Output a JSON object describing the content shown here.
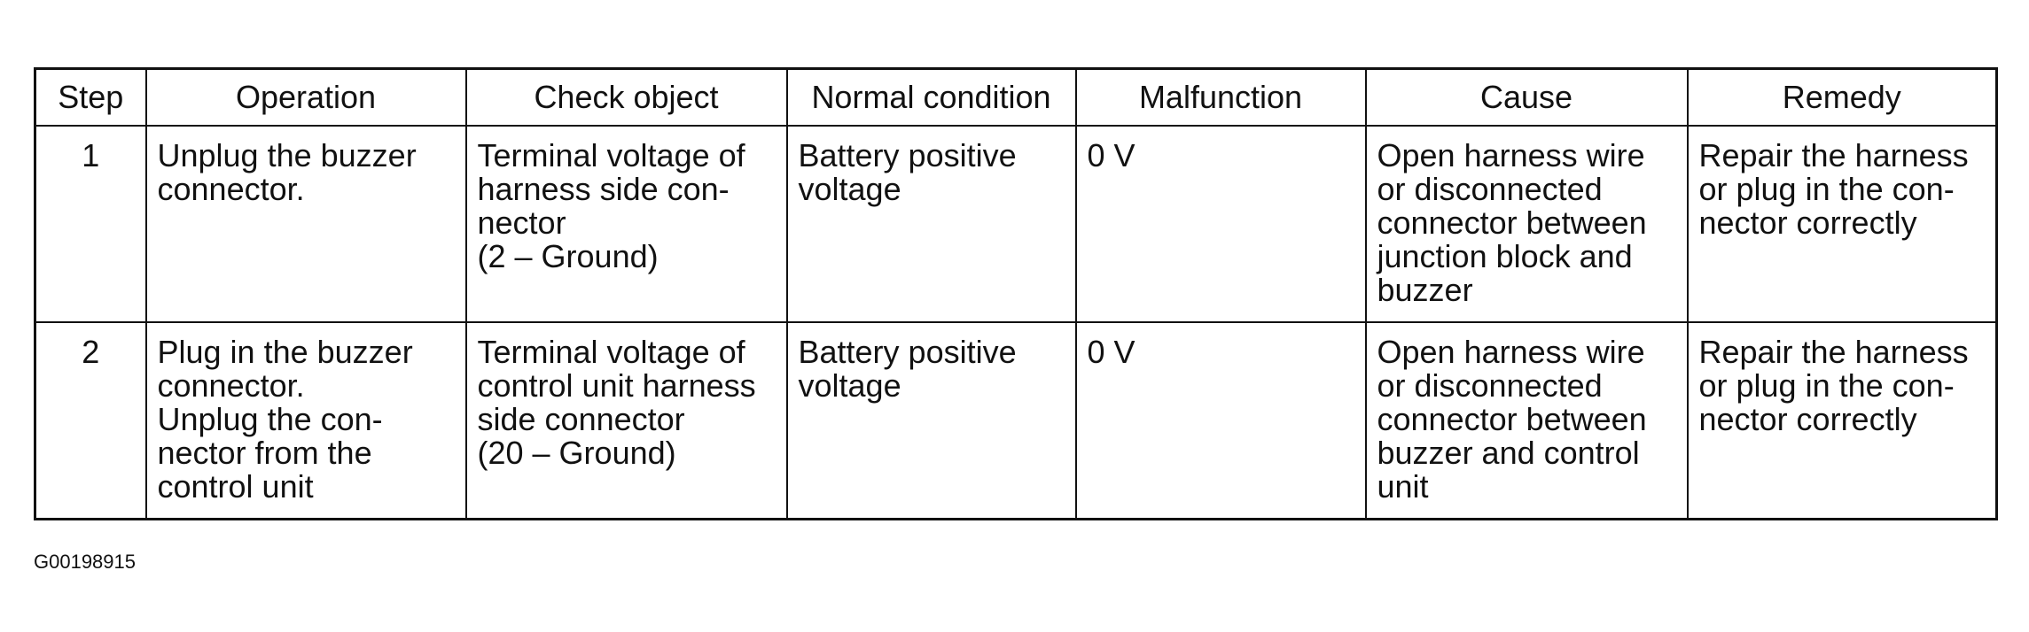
{
  "table": {
    "headers": [
      "Step",
      "Operation",
      "Check object",
      "Normal condition",
      "Malfunction",
      "Cause",
      "Remedy"
    ],
    "rows": [
      {
        "step": "1",
        "operation": "Unplug the buzzer\nconnector.",
        "check_object": "Terminal voltage of\nharness side con-\nnector\n(2 – Ground)",
        "normal_condition": "Battery positive\nvoltage",
        "malfunction": "0 V",
        "cause": "Open harness wire\nor disconnected\nconnector between\njunction block and\nbuzzer",
        "remedy": "Repair the harness\nor plug in the con-\nnector correctly"
      },
      {
        "step": "2",
        "operation": "Plug in the buzzer\nconnector.\nUnplug the con-\nnector from the\ncontrol unit",
        "check_object": "Terminal voltage of\ncontrol unit harness\nside connector\n(20 – Ground)",
        "normal_condition": "Battery positive\nvoltage",
        "malfunction": "0 V",
        "cause": "Open harness wire\nor disconnected\nconnector between\nbuzzer and control\nunit",
        "remedy": "Repair the harness\nor plug in the con-\nnector correctly"
      }
    ]
  },
  "figure_id": "G00198915"
}
